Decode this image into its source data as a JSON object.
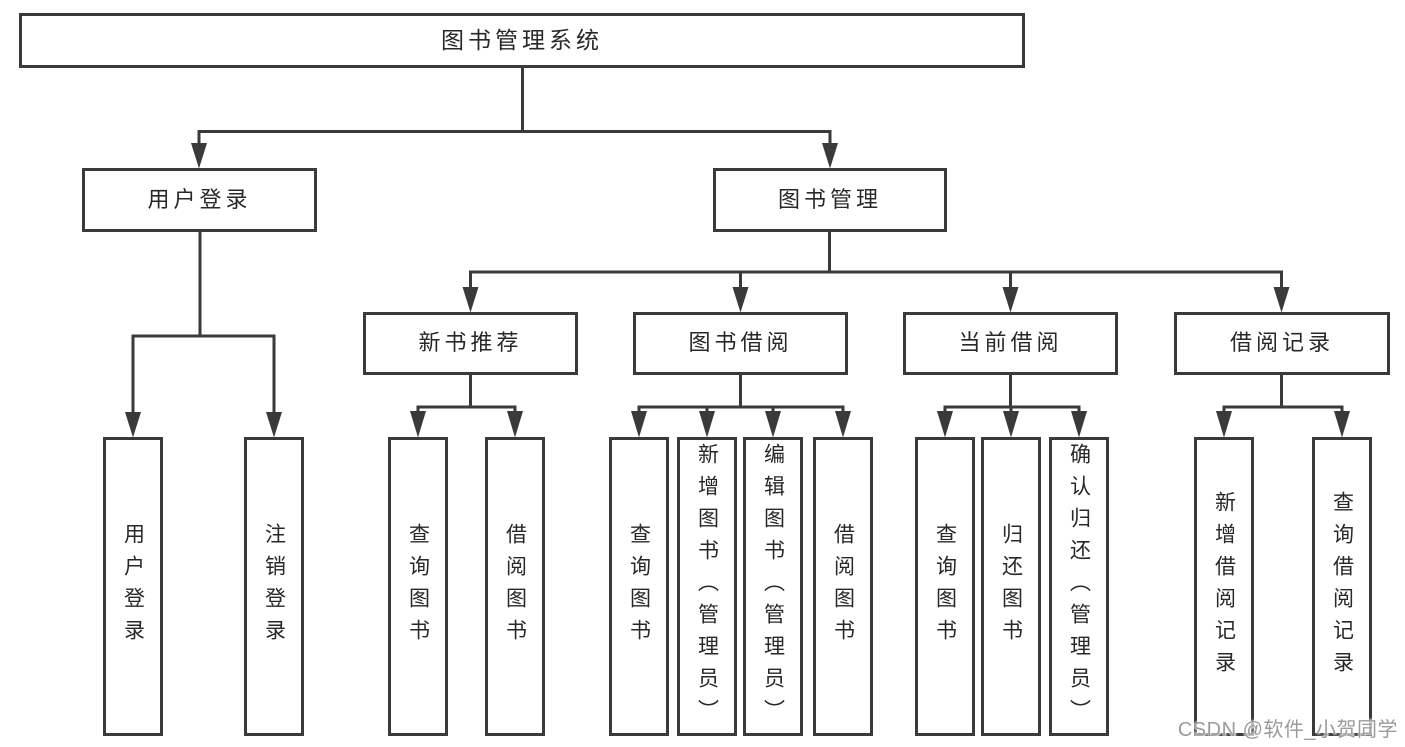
{
  "diagram": {
    "root": {
      "label": "图书管理系统"
    },
    "children": [
      {
        "label": "用户登录",
        "children": [
          {
            "label": "用户登录"
          },
          {
            "label": "注销登录"
          }
        ]
      },
      {
        "label": "图书管理",
        "children": [
          {
            "label": "新书推荐",
            "children": [
              {
                "label": "查询图书"
              },
              {
                "label": "借阅图书"
              }
            ]
          },
          {
            "label": "图书借阅",
            "children": [
              {
                "label": "查询图书"
              },
              {
                "label": "新增图书（管理员）"
              },
              {
                "label": "编辑图书（管理员）"
              },
              {
                "label": "借阅图书"
              }
            ]
          },
          {
            "label": "当前借阅",
            "children": [
              {
                "label": "查询图书"
              },
              {
                "label": "归还图书"
              },
              {
                "label": "确认归还（管理员）"
              }
            ]
          },
          {
            "label": "借阅记录",
            "children": [
              {
                "label": "新增借阅记录"
              },
              {
                "label": "查询借阅记录"
              }
            ]
          }
        ]
      }
    ]
  },
  "watermark": "CSDN @软件_小贺同学",
  "colors": {
    "line": "#3a3a3a",
    "node_border": "#3a3a3a",
    "node_fill": "#ffffff",
    "text": "#282828",
    "watermark": "#9b9b9b",
    "background": "#ffffff"
  }
}
